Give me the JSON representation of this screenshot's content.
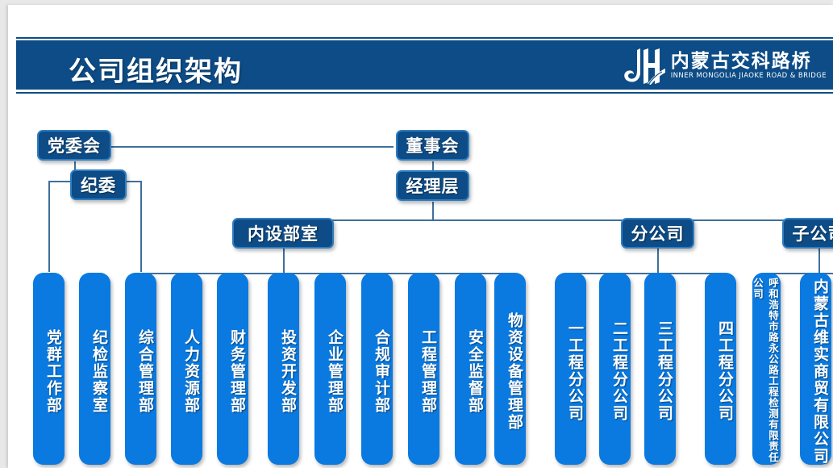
{
  "header": {
    "title": "公司组织架构",
    "logo": {
      "icon": "jh-monogram-bridge-logo",
      "cn": "内蒙古交科路桥",
      "en": "INNER MONGOLIA JIAOKE ROAD & BRIDGE"
    }
  },
  "colors": {
    "banner": "#0d4c86",
    "node_dark": "#0d4c86",
    "node_dark_border": "#2f7ec2",
    "node_leaf": "#0a7ae0",
    "line": "#3f6f9b",
    "page_bg": "#e8e8e8",
    "card_bg": "#ffffff",
    "text": "#ffffff"
  },
  "chart_data": {
    "type": "org-chart",
    "title": "公司组织架构",
    "nodes": {
      "dangweihui": "党委会",
      "jiwei": "纪委",
      "dongshihui": "董事会",
      "jinglicheng": "经理层",
      "neishebushi": "内设部室",
      "fengongsi": "分公司",
      "zigongsi": "子公司"
    },
    "departments": [
      "党群工作部",
      "纪检监察室",
      "综合管理部",
      "人力资源部",
      "财务管理部",
      "投资开发部",
      "企业管理部",
      "合规审计部",
      "工程管理部",
      "安全监督部",
      "物资设备管理部"
    ],
    "branches": [
      "一工程分公司",
      "二工程分公司",
      "三工程分公司",
      "四工程分公司"
    ],
    "subsidiaries": [
      "呼和浩特市路永公路工程检测有限责任公司",
      "内蒙古维实商贸有限公司"
    ],
    "edges": [
      {
        "from": "党委会",
        "to": "董事会"
      },
      {
        "from": "党委会",
        "to": "纪委"
      },
      {
        "from": "党委会",
        "to": "党群工作部"
      },
      {
        "from": "纪委",
        "to": "纪检监察室"
      },
      {
        "from": "董事会",
        "to": "经理层"
      },
      {
        "from": "经理层",
        "to": "内设部室"
      },
      {
        "from": "经理层",
        "to": "分公司"
      },
      {
        "from": "经理层",
        "to": "子公司"
      },
      {
        "from": "内设部室",
        "to": "综合管理部"
      },
      {
        "from": "内设部室",
        "to": "人力资源部"
      },
      {
        "from": "内设部室",
        "to": "财务管理部"
      },
      {
        "from": "内设部室",
        "to": "投资开发部"
      },
      {
        "from": "内设部室",
        "to": "企业管理部"
      },
      {
        "from": "内设部室",
        "to": "合规审计部"
      },
      {
        "from": "内设部室",
        "to": "工程管理部"
      },
      {
        "from": "内设部室",
        "to": "安全监督部"
      },
      {
        "from": "内设部室",
        "to": "物资设备管理部"
      },
      {
        "from": "分公司",
        "to": "一工程分公司"
      },
      {
        "from": "分公司",
        "to": "二工程分公司"
      },
      {
        "from": "分公司",
        "to": "三工程分公司"
      },
      {
        "from": "分公司",
        "to": "四工程分公司"
      },
      {
        "from": "子公司",
        "to": "呼和浩特市路永公路工程检测有限责任公司"
      },
      {
        "from": "子公司",
        "to": "内蒙古维实商贸有限公司"
      }
    ]
  }
}
